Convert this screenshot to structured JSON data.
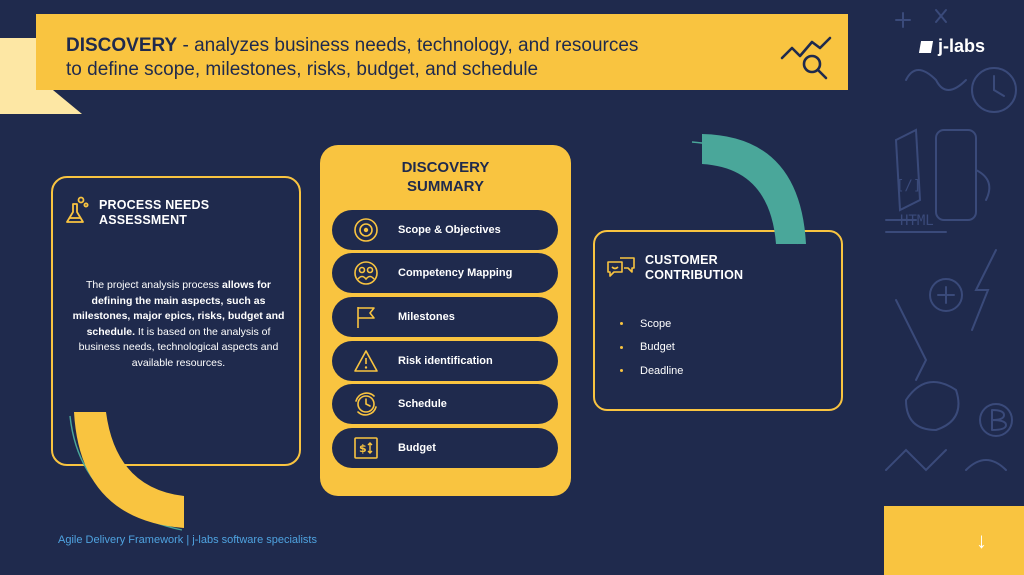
{
  "header": {
    "title_bold": "DISCOVERY",
    "title_rest": " - analyzes business needs, technology, and resources",
    "line2": "to define scope, milestones, risks, budget, and schedule",
    "icon": "chart-search-icon"
  },
  "brand": {
    "logo_text": "j-labs"
  },
  "left_card": {
    "title_line1": "PROCESS NEEDS",
    "title_line2": "ASSESSMENT",
    "icon": "flask-icon",
    "body_1": "The project analysis process ",
    "body_bold": "allows for defining the main aspects, such as milestones, major epics, risks, budget and schedule.",
    "body_2": " It is based on the analysis of business needs, technological aspects and available resources."
  },
  "summary": {
    "title_line1": "DISCOVERY",
    "title_line2": "SUMMARY",
    "items": [
      {
        "label": "Scope & Objectives",
        "icon": "target-icon"
      },
      {
        "label": "Competency Mapping",
        "icon": "team-icon"
      },
      {
        "label": "Milestones",
        "icon": "flag-icon"
      },
      {
        "label": "Risk identification",
        "icon": "warning-icon"
      },
      {
        "label": "Schedule",
        "icon": "clock-icon"
      },
      {
        "label": "Budget",
        "icon": "money-icon"
      }
    ]
  },
  "right_card": {
    "title_line1": "CUSTOMER",
    "title_line2": "CONTRIBUTION",
    "icon": "chat-bubbles-icon",
    "bullets": [
      "Scope",
      "Budget",
      "Deadline"
    ]
  },
  "footer": {
    "text": "Agile Delivery Framework | j-labs software specialists"
  },
  "nav": {
    "down_arrow": "↓"
  },
  "colors": {
    "background": "#1f2a4d",
    "accent": "#f9c440",
    "teal": "#4aa79a",
    "link": "#4fa3e0"
  }
}
